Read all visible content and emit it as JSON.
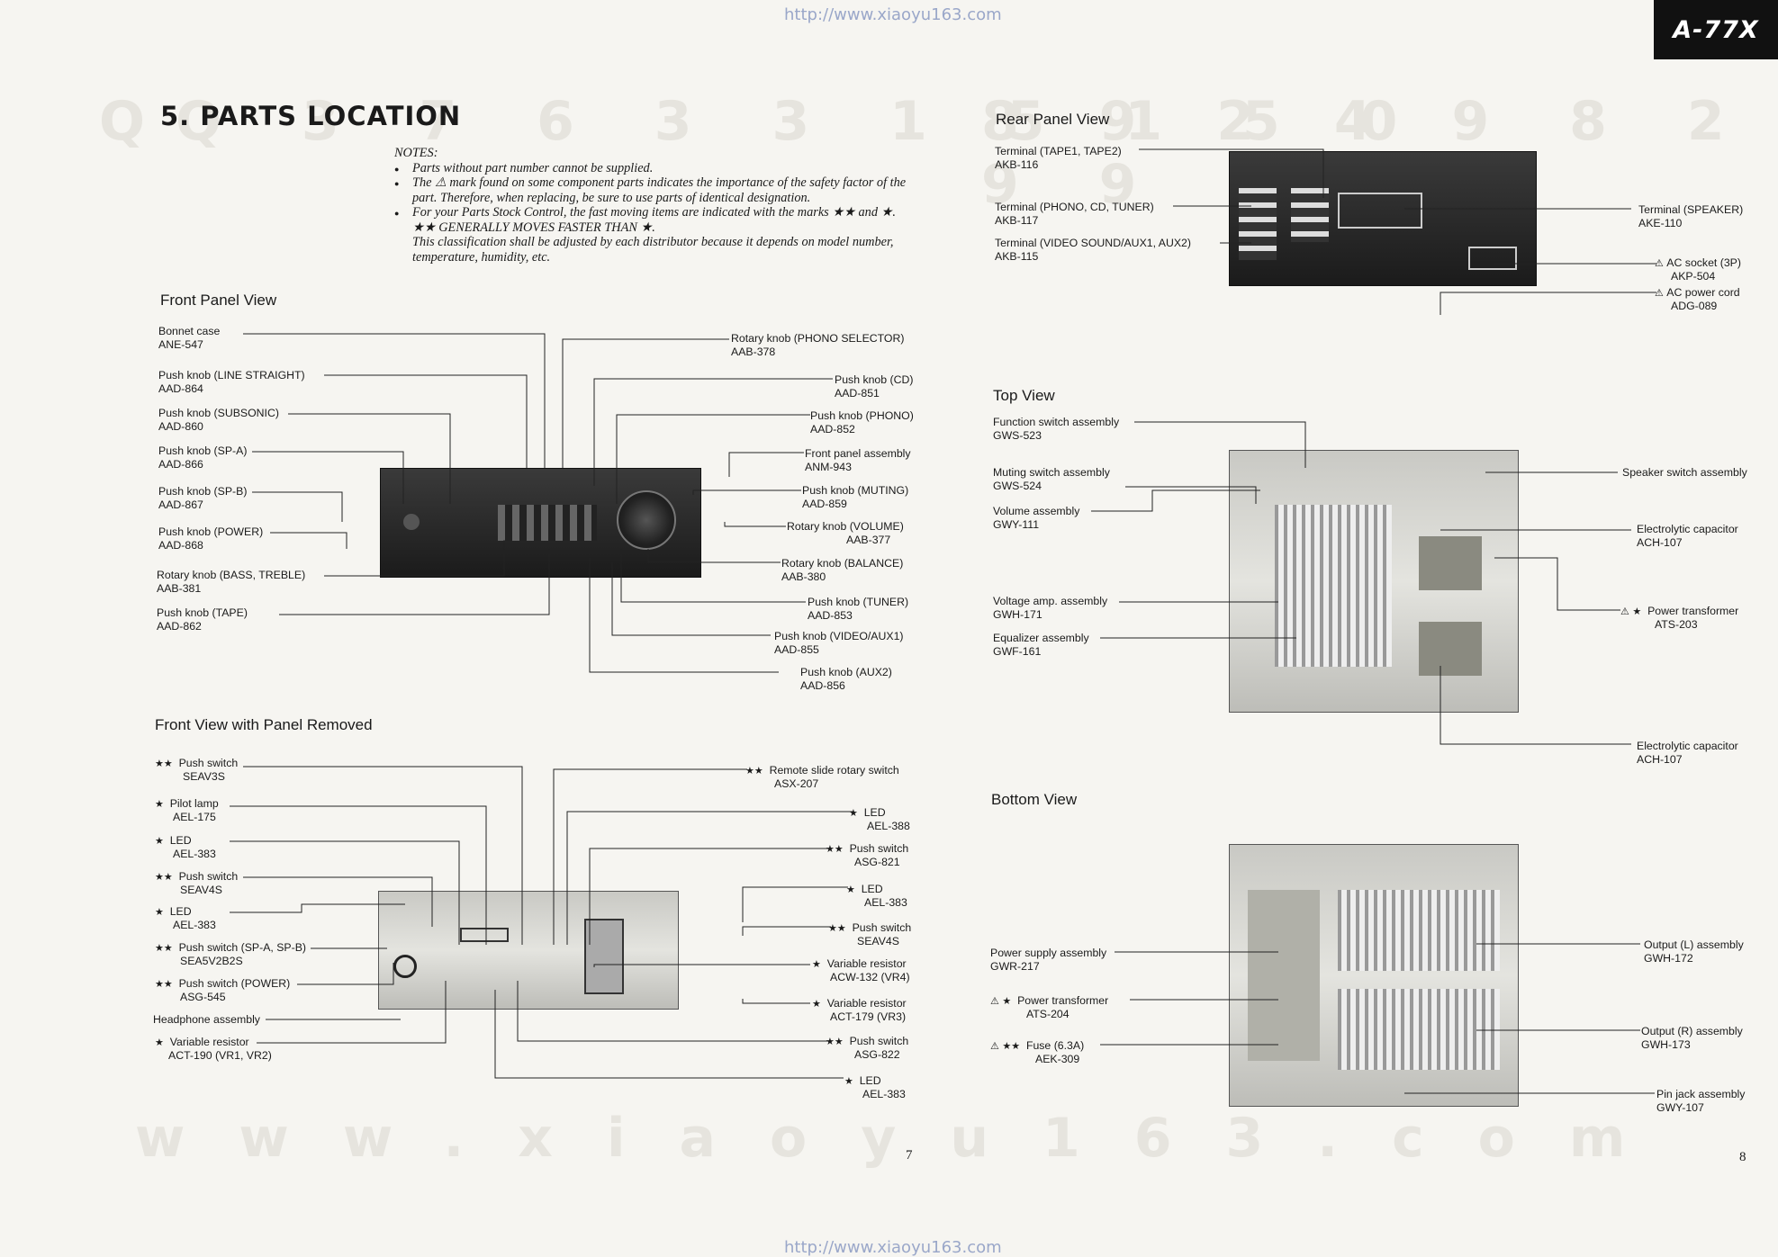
{
  "header": {
    "url_top": "http://www.xiaoyu163.com",
    "url_bottom": "http://www.xiaoyu163.com",
    "model": "A-77X"
  },
  "title": "5. PARTS LOCATION",
  "notes": {
    "heading": "NOTES:",
    "items": [
      "Parts without part number cannot be supplied.",
      "The ⚠ mark found on some component parts indicates the importance of the safety factor of the part. Therefore, when replacing, be sure to use parts of identical designation.",
      "For your Parts Stock Control, the fast moving items are indicated with the marks ★★ and ★."
    ],
    "extra1": "★★  GENERALLY MOVES FASTER THAN ★.",
    "extra2": "This classification shall be adjusted by each distributor because it depends on model number, temperature, humidity, etc."
  },
  "sections": {
    "front_panel": "Front Panel View",
    "front_removed": "Front View with Panel Removed",
    "rear_panel": "Rear Panel View",
    "top": "Top View",
    "bottom": "Bottom View"
  },
  "front_left": [
    {
      "name": "Bonnet case",
      "part": "ANE-547"
    },
    {
      "name": "Push knob (LINE STRAIGHT)",
      "part": "AAD-864"
    },
    {
      "name": "Push knob (SUBSONIC)",
      "part": "AAD-860"
    },
    {
      "name": "Push knob (SP-A)",
      "part": "AAD-866"
    },
    {
      "name": "Push knob (SP-B)",
      "part": "AAD-867"
    },
    {
      "name": "Push knob (POWER)",
      "part": "AAD-868"
    },
    {
      "name": "Rotary knob (BASS, TREBLE)",
      "part": "AAB-381"
    },
    {
      "name": "Push knob (TAPE)",
      "part": "AAD-862"
    }
  ],
  "front_right": [
    {
      "name": "Rotary knob (PHONO SELECTOR)",
      "part": "AAB-378"
    },
    {
      "name": "Push knob (CD)",
      "part": "AAD-851"
    },
    {
      "name": "Push knob (PHONO)",
      "part": "AAD-852"
    },
    {
      "name": "Front panel assembly",
      "part": "ANM-943"
    },
    {
      "name": "Push knob (MUTING)",
      "part": "AAD-859"
    },
    {
      "name": "Rotary knob (VOLUME)",
      "part": "AAB-377"
    },
    {
      "name": "Rotary knob (BALANCE)",
      "part": "AAB-380"
    },
    {
      "name": "Push knob (TUNER)",
      "part": "AAD-853"
    },
    {
      "name": "Push knob (VIDEO/AUX1)",
      "part": "AAD-855"
    },
    {
      "name": "Push knob (AUX2)",
      "part": "AAD-856"
    }
  ],
  "removed_left": [
    {
      "mark": "★★",
      "name": "Push switch",
      "part": "SEAV3S"
    },
    {
      "mark": "★",
      "name": "Pilot lamp",
      "part": "AEL-175"
    },
    {
      "mark": "★",
      "name": "LED",
      "part": "AEL-383"
    },
    {
      "mark": "★★",
      "name": "Push switch",
      "part": "SEAV4S"
    },
    {
      "mark": "★",
      "name": "LED",
      "part": "AEL-383"
    },
    {
      "mark": "★★",
      "name": "Push switch (SP-A, SP-B)",
      "part": "SEA5V2B2S"
    },
    {
      "mark": "★★",
      "name": "Push switch (POWER)",
      "part": "ASG-545"
    },
    {
      "mark": "",
      "name": "Headphone assembly",
      "part": ""
    },
    {
      "mark": "★",
      "name": "Variable resistor",
      "part": "ACT-190 (VR1, VR2)"
    }
  ],
  "removed_right": [
    {
      "mark": "★★",
      "name": "Remote slide rotary switch",
      "part": "ASX-207"
    },
    {
      "mark": "★",
      "name": "LED",
      "part": "AEL-388"
    },
    {
      "mark": "★★",
      "name": "Push switch",
      "part": "ASG-821"
    },
    {
      "mark": "★",
      "name": "LED",
      "part": "AEL-383"
    },
    {
      "mark": "★★",
      "name": "Push switch",
      "part": "SEAV4S"
    },
    {
      "mark": "★",
      "name": "Variable resistor",
      "part": "ACW-132 (VR4)"
    },
    {
      "mark": "★",
      "name": "Variable resistor",
      "part": "ACT-179 (VR3)"
    },
    {
      "mark": "★★",
      "name": "Push switch",
      "part": "ASG-822"
    },
    {
      "mark": "★",
      "name": "LED",
      "part": "AEL-383"
    }
  ],
  "rear_left": [
    {
      "name": "Terminal (TAPE1, TAPE2)",
      "part": "AKB-116"
    },
    {
      "name": "Terminal (PHONO, CD, TUNER)",
      "part": "AKB-117"
    },
    {
      "name": "Terminal (VIDEO SOUND/AUX1, AUX2)",
      "part": "AKB-115"
    }
  ],
  "rear_right": [
    {
      "mark": "",
      "name": "Terminal (SPEAKER)",
      "part": "AKE-110"
    },
    {
      "mark": "⚠",
      "name": "AC socket (3P)",
      "part": "AKP-504"
    },
    {
      "mark": "⚠",
      "name": "AC power cord",
      "part": "ADG-089"
    }
  ],
  "top_left": [
    {
      "name": "Function switch assembly",
      "part": "GWS-523"
    },
    {
      "name": "Muting switch assembly",
      "part": "GWS-524"
    },
    {
      "name": "Volume assembly",
      "part": "GWY-111"
    },
    {
      "name": "Voltage amp. assembly",
      "part": "GWH-171"
    },
    {
      "name": "Equalizer assembly",
      "part": "GWF-161"
    }
  ],
  "top_right": [
    {
      "mark": "",
      "name": "Speaker switch assembly",
      "part": ""
    },
    {
      "mark": "",
      "name": "Electrolytic capacitor",
      "part": "ACH-107"
    },
    {
      "mark": "⚠ ★",
      "name": "Power transformer",
      "part": "ATS-203"
    },
    {
      "mark": "",
      "name": "Electrolytic capacitor",
      "part": "ACH-107"
    }
  ],
  "bottom_left": [
    {
      "mark": "",
      "name": "Power supply assembly",
      "part": "GWR-217"
    },
    {
      "mark": "⚠ ★",
      "name": "Power transformer",
      "part": "ATS-204"
    },
    {
      "mark": "⚠ ★★",
      "name": "Fuse (6.3A)",
      "part": "AEK-309"
    }
  ],
  "bottom_right": [
    {
      "name": "Output (L) assembly",
      "part": "GWH-172"
    },
    {
      "name": "Output (R) assembly",
      "part": "GWH-173"
    },
    {
      "name": "Pin jack assembly",
      "part": "GWY-107"
    }
  ],
  "page_numbers": {
    "left": "7",
    "right": "8"
  }
}
